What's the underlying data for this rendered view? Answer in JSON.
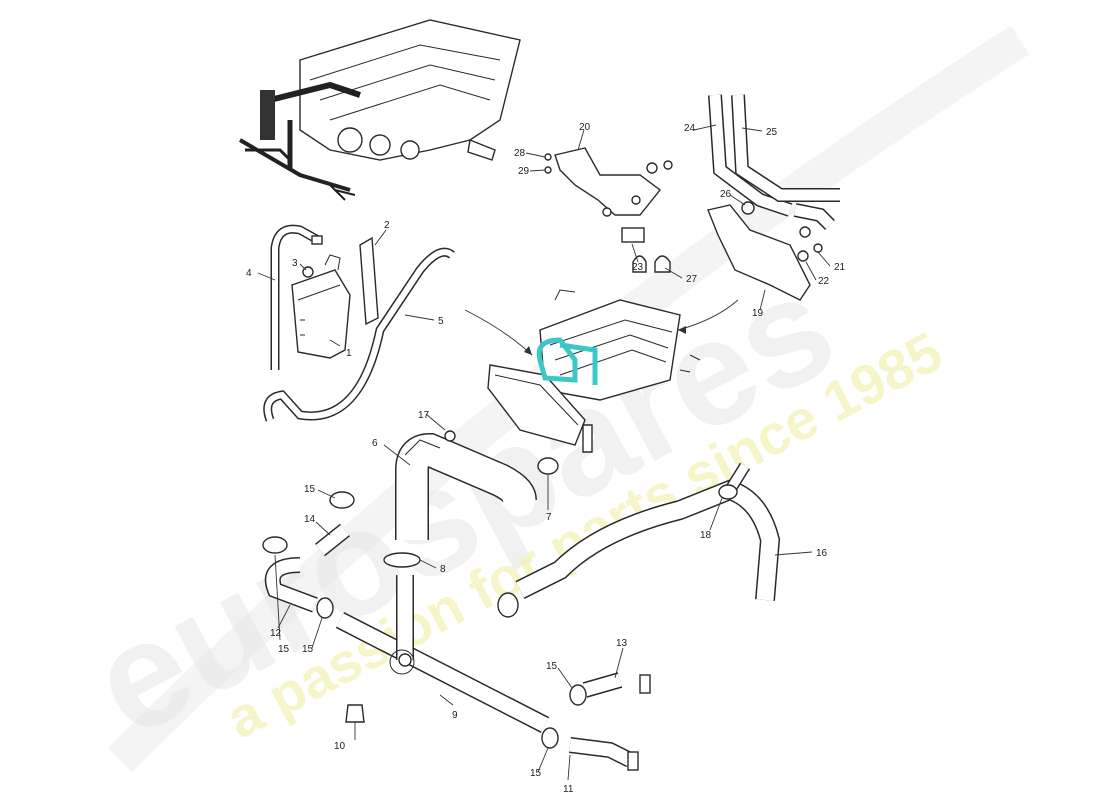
{
  "watermark": {
    "brand": "eurospares",
    "tagline": "a passion for parts since 1985",
    "brand_color": "#e6e6e6",
    "tagline_color": "#f4f2b8"
  },
  "callouts": [
    "1",
    "2",
    "3",
    "4",
    "5",
    "6",
    "7",
    "8",
    "9",
    "10",
    "11",
    "12",
    "13",
    "14",
    "15",
    "15",
    "15",
    "15",
    "15",
    "16",
    "17",
    "18",
    "19",
    "20",
    "21",
    "22",
    "23",
    "24",
    "25",
    "26",
    "27",
    "28",
    "29"
  ],
  "colors": {
    "highlight": "#3cc8c8",
    "ink": "#2a2a2a"
  }
}
